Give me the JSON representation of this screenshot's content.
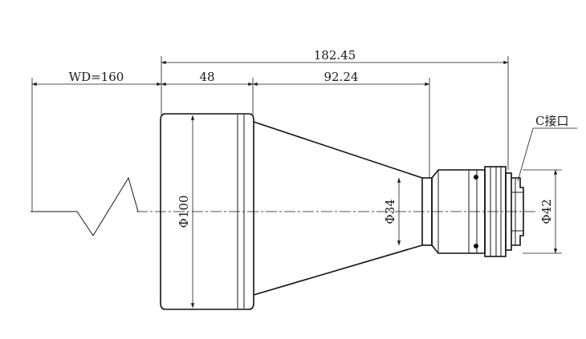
{
  "diagram": {
    "dimensions": {
      "total_length": "182.45",
      "working_distance": "WD=160",
      "front_barrel_length": "48",
      "cone_length": "92.24",
      "front_diameter": "Φ100",
      "neck_diameter": "Φ34",
      "mount_diameter": "Φ42"
    },
    "mount_label": "C接口"
  }
}
